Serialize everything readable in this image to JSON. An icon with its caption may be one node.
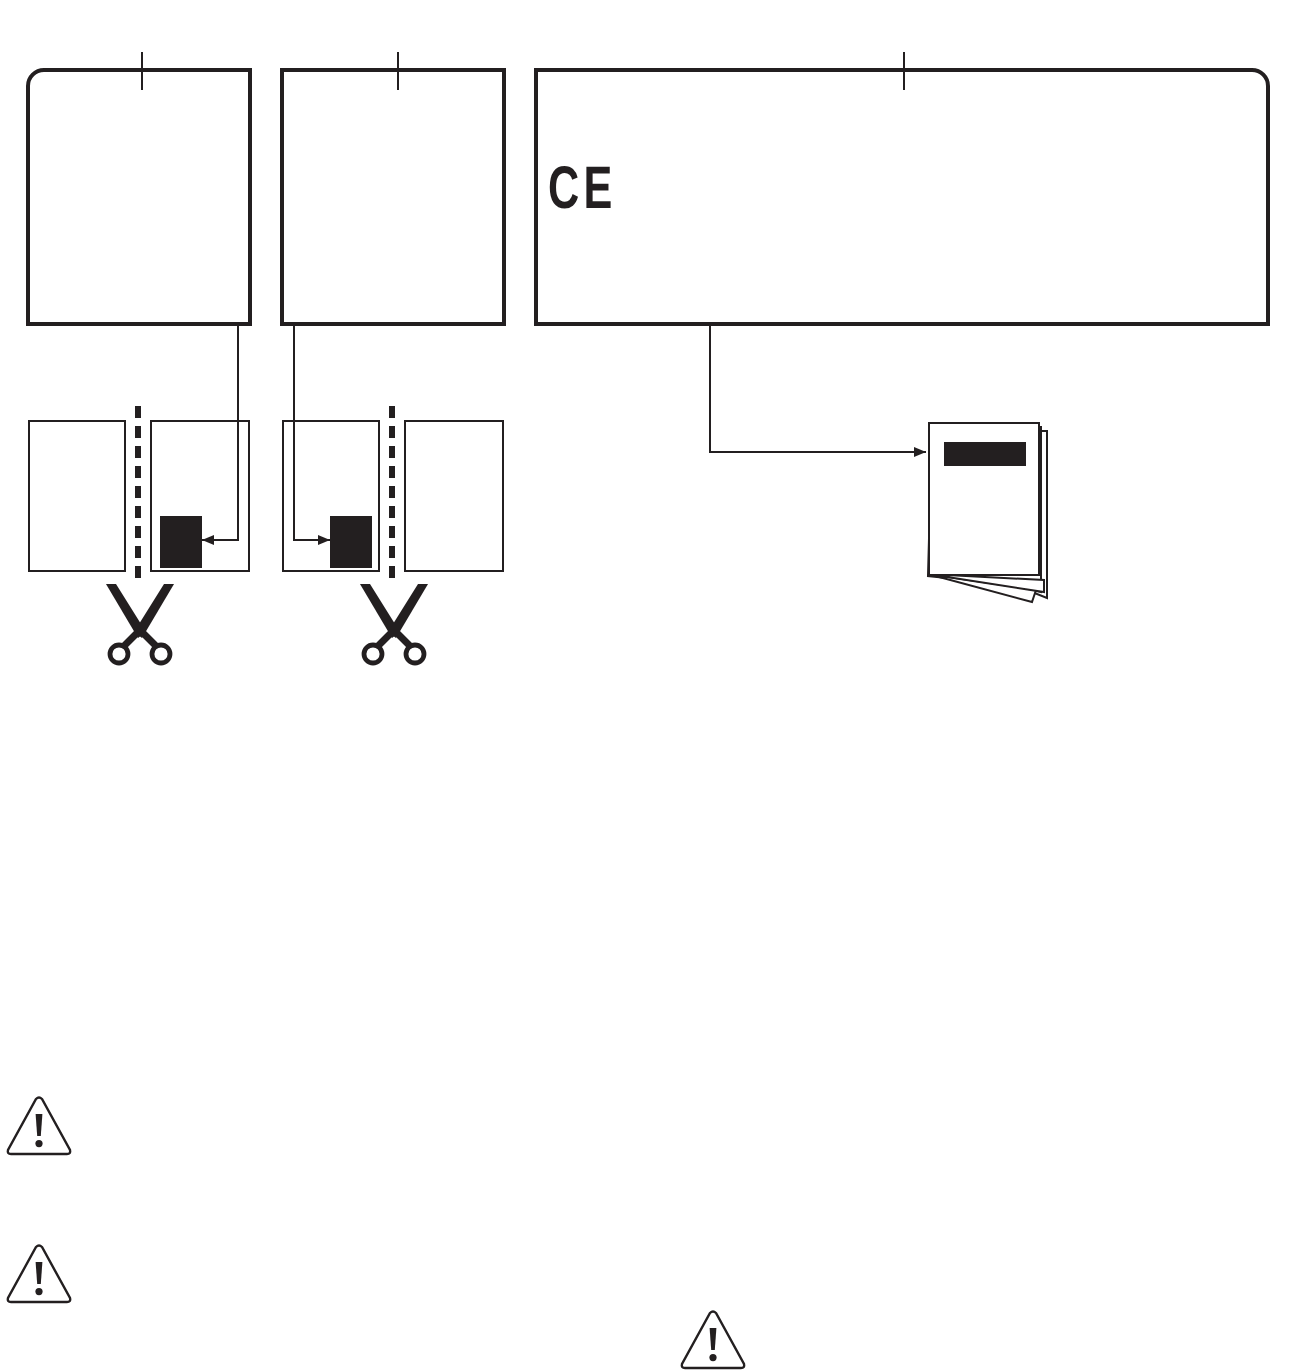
{
  "diagram": {
    "nodes": [
      {
        "text": [],
        "shape": "box"
      },
      {
        "text": [],
        "shape": "box"
      },
      {
        "text": [
          "CE"
        ]
      },
      {
        "text": [],
        "shape": "box"
      },
      {
        "text": [],
        "shape": "box"
      },
      {
        "text": [],
        "shape": "box",
        "in": 4
      },
      {
        "text": [],
        "shape": "box"
      },
      {
        "text": [],
        "shape": "box",
        "in": 6
      },
      {
        "text": [],
        "shape": "box"
      },
      {
        "text": [],
        "shape": "picture"
      }
    ],
    "edges": [
      {
        "from": 0,
        "to": 5,
        "arrow": "to"
      },
      {
        "from": 1,
        "to": 7,
        "arrow": "to"
      },
      {
        "from": 2,
        "to": 9,
        "arrow": "to"
      },
      {
        "from": null,
        "to": 0,
        "arrow": "none"
      },
      {
        "from": null,
        "to": 1,
        "arrow": "none"
      },
      {
        "from": null,
        "to": 2,
        "arrow": "none"
      }
    ]
  }
}
